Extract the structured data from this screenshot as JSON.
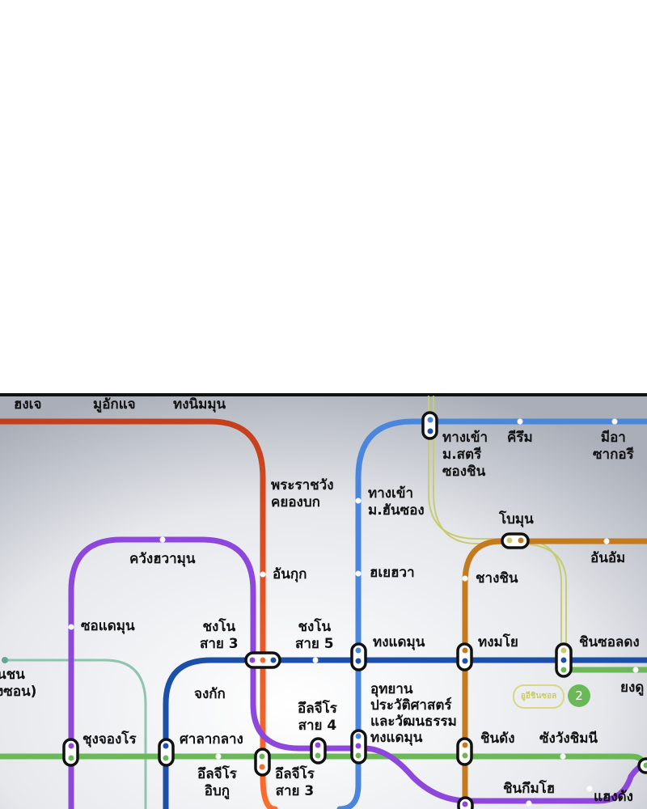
{
  "colors": {
    "red_line": "#d2491f",
    "orange_line": "#ff6a2c",
    "purple_line": "#8e47dc",
    "dark_blue_line": "#1c4fa8",
    "light_blue_line": "#4a86dc",
    "green_line": "#6ab858",
    "teal_line": "#8fc4ae",
    "yellow_line": "#c8cc70",
    "brown_line": "#c67a1f"
  },
  "stations": {
    "hongje": "ฮงเจ",
    "mugakjae": "มูอักแจ",
    "tongnimmun": "ทงนิมมุน",
    "palace": "พระราชวัง\nคยองบก",
    "anguk": "อันกุก",
    "gate_sookmyung": "ทางเข้า\nม.สตรี\nซองชิน",
    "kirim": "คีรึม",
    "miasagori": "มีอา\nซากอรี",
    "gate_hansung": "ทางเข้า\nม.ฮันซอง",
    "hyehwa": "ฮเยฮวา",
    "bomun": "โบมุน",
    "anam": "อันอัม",
    "changsin": "ชางชิน",
    "kwanghwamun": "ควังฮวามุน",
    "seodaemun": "ซอแดมุน",
    "jongno3": "ชงโน\nสาย 3",
    "jongno5": "ชงโน\nสาย 5",
    "dongdaemun": "ทงแดมุน",
    "dongmyo": "ทงมโย",
    "sinseoldong": "ชินซอลดง",
    "left_partial": "นชน\nงซอน)",
    "jonggak": "จงกัก",
    "euljiro4": "อึลจีโร\nสาย 4",
    "ddp": "อุทยาน\nประวัติศาสตร์\nและวัฒนธรรม\nทงแดมุน",
    "chungjeongno": "ชุงจองโร",
    "cityhall": "ศาลากลาง",
    "euljiro_ipgu": "อึลจีโร\nอิบกู",
    "euljiro3": "อึลจีโร\nสาย 3",
    "sindang": "ชินดัง",
    "sangwangsimni": "ซังวังชิมนี",
    "yongdu": "ยงดู",
    "sinkeumho": "ชินกึมโฮ",
    "haengdang": "แฮงดัง"
  },
  "legend": {
    "ui_sinseol_label": "อูอีชินซอล",
    "line2_number": "2"
  }
}
